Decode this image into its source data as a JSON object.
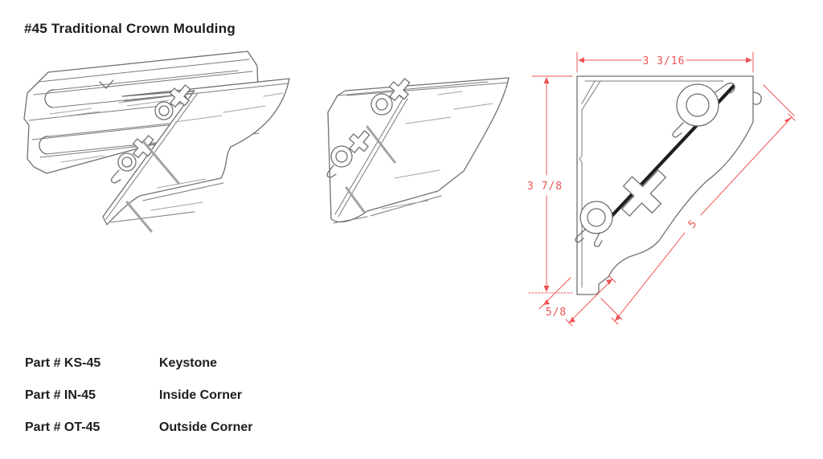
{
  "page": {
    "title": "#45 Traditional Crown Moulding"
  },
  "figures": {
    "cross_section": {
      "dims": {
        "width": "3 3/16",
        "height": "3 7/8",
        "diagonal": "5",
        "base": "5/8"
      }
    }
  },
  "colors": {
    "dimension_red": "#ee5354",
    "line_gray": "#6f6f6f",
    "text_black": "#1d1d1d"
  },
  "parts": [
    {
      "part_number": "Part # KS-45",
      "description": "Keystone"
    },
    {
      "part_number": "Part # IN-45",
      "description": "Inside Corner"
    },
    {
      "part_number": "Part # OT-45",
      "description": "Outside Corner"
    }
  ]
}
